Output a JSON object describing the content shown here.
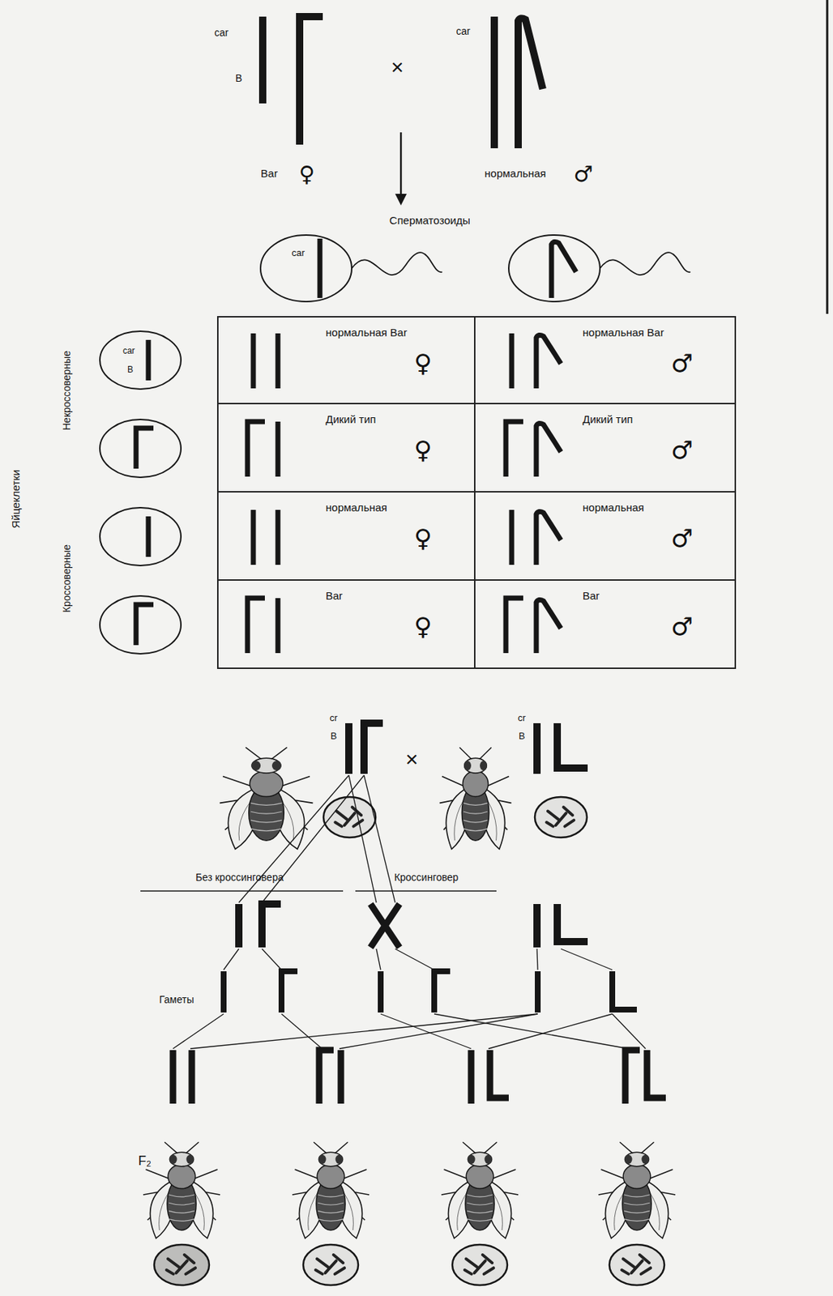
{
  "diagram": {
    "nodes": [
      {
        "text": [
          "нормальная Bar",
          "♀"
        ]
      },
      {
        "text": [
          "нормальная Bar",
          "♂"
        ]
      },
      {
        "text": [
          "Дикий тип",
          "♀"
        ]
      },
      {
        "text": [
          "Дикий тип",
          "♂"
        ]
      },
      {
        "text": [
          "нормальная",
          "♀"
        ]
      },
      {
        "text": [
          "нормальная",
          "♂"
        ]
      },
      {
        "text": [
          "Bar",
          "♀"
        ]
      },
      {
        "text": [
          "Bar",
          "♂"
        ]
      }
    ],
    "labels": [
      "car",
      "B",
      "×",
      "car",
      "Bar",
      "♀",
      "нормальная",
      "♂",
      "Сперматозоиды",
      "car",
      "Яйцеклетки",
      "Некроссоверные",
      "Кроссоверные",
      "car",
      "B",
      "×",
      "cr",
      "B",
      "cr",
      "B",
      "Без кроссинговера",
      "Кроссинговер",
      "Гаметы",
      "F₂"
    ]
  }
}
